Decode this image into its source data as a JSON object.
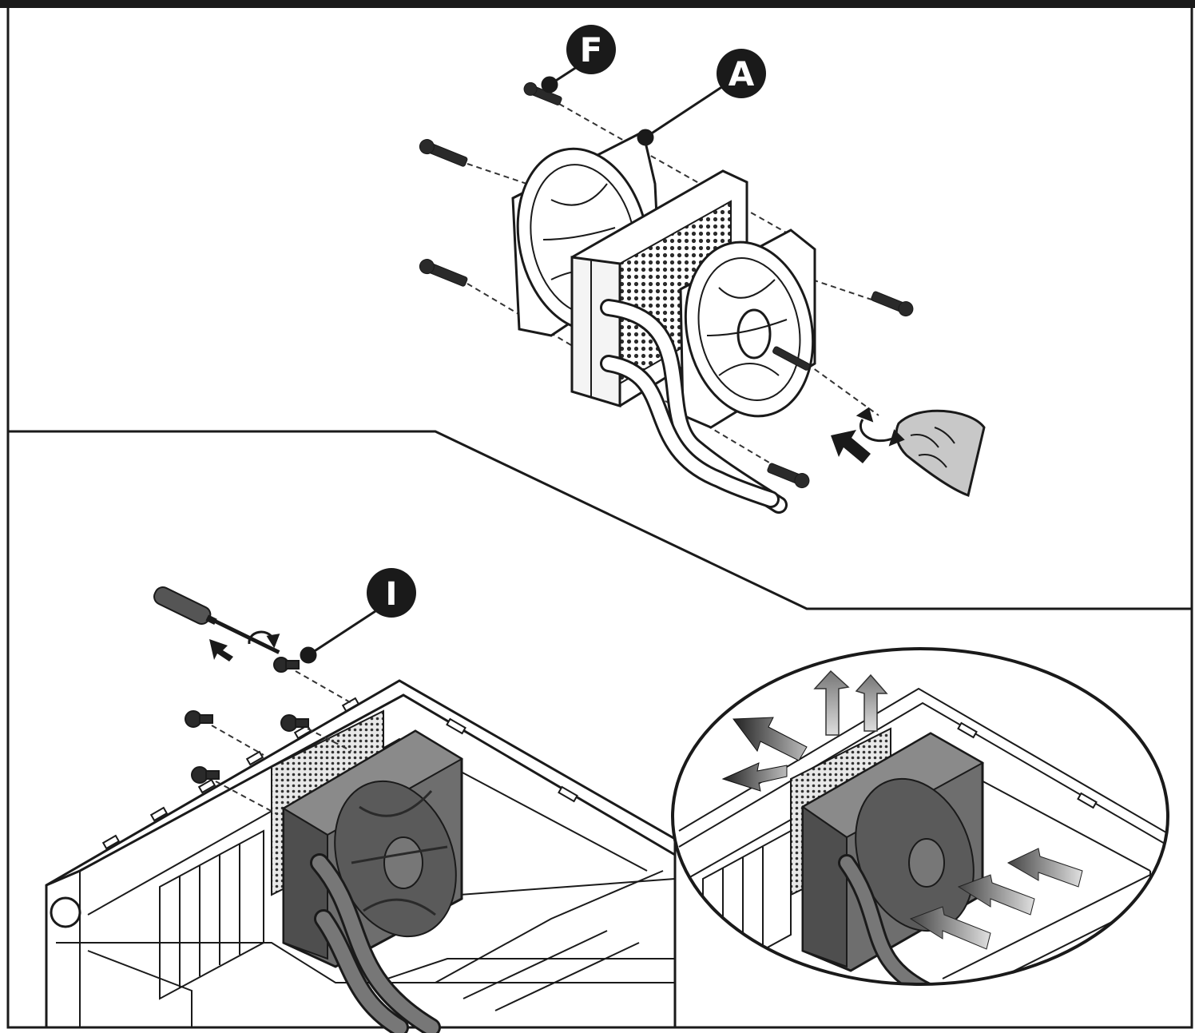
{
  "callouts": {
    "f": "F",
    "a": "A",
    "i": "I"
  },
  "colors": {
    "ink": "#1a1a1a",
    "background": "#ffffff",
    "fan_dark": "#555555",
    "fan_mid": "#7a7a7a",
    "hand": "#c8c8c8",
    "airflow_dark": "#333333",
    "airflow_light": "#9a9a9a"
  },
  "icons": [
    "screwdriver-icon",
    "hand-icon",
    "airflow-arrow-icon",
    "rotate-arrow-icon"
  ]
}
